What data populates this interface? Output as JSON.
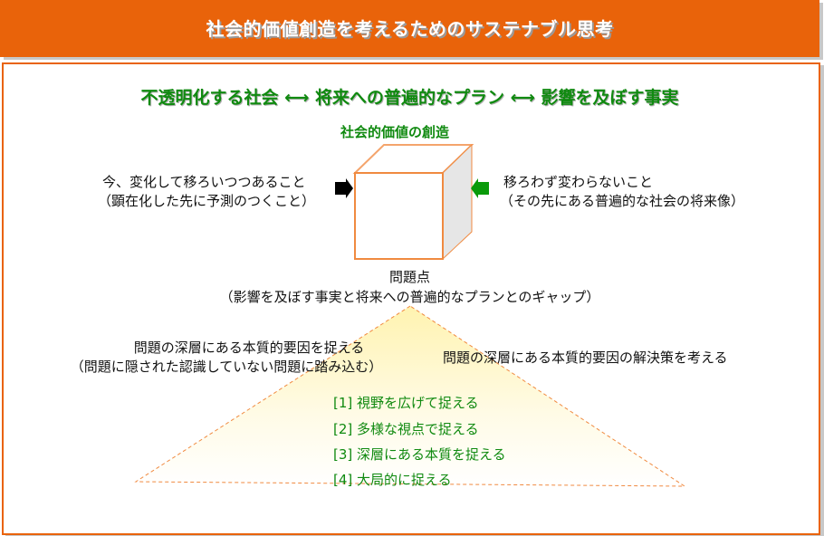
{
  "header": {
    "title": "社会的価値創造を考えるためのサステナブル思考"
  },
  "headline": {
    "part1": "不透明化する社会",
    "arrow1": "⟷",
    "part2": "将来への普遍的なプラン",
    "arrow2": "⟷",
    "part3": "影響を及ぼす事実"
  },
  "cube": {
    "title": "社会的価値の創造"
  },
  "left_text": {
    "line1": "今、変化して移ろいつつあること",
    "line2": "（顕在化した先に予測のつくこと）"
  },
  "right_text": {
    "line1": "移ろわず変わらないこと",
    "line2": "（その先にある普遍的な社会の将来像）"
  },
  "problem": {
    "line1": "問題点",
    "line2": "（影響を及ぼす事実と将来への普遍的なプランとのギャップ）"
  },
  "triangle_left": {
    "line1": "問題の深層にある本質的要因を捉える",
    "line2": "（問題に隠された認識していない問題に踏み込む）"
  },
  "triangle_right": {
    "line1": "問題の深層にある本質的要因の解決策を考える"
  },
  "items": [
    "[1] 視野を広げて捉える",
    "[2] 多様な視点で捉える",
    "[3] 深層にある本質を捉える",
    "[4] 大局的に捉える"
  ],
  "colors": {
    "accent": "#e9630a",
    "green": "#108a10"
  }
}
